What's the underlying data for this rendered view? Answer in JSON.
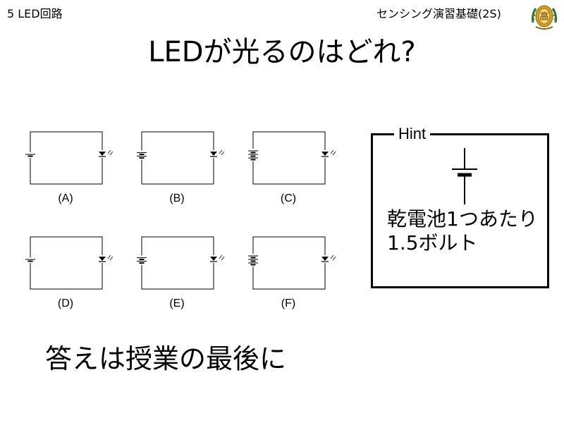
{
  "header": {
    "section": "5 LED回路",
    "course": "センシング演習基礎(2S)",
    "logo_text": "高"
  },
  "title": "LEDが光るのはどれ?",
  "circuits": [
    {
      "label": "(A)",
      "cells": 1
    },
    {
      "label": "(B)",
      "cells": 2
    },
    {
      "label": "(C)",
      "cells": 3
    },
    {
      "label": "(D)",
      "cells": 1
    },
    {
      "label": "(E)",
      "cells": 2
    },
    {
      "label": "(F)",
      "cells": 3
    }
  ],
  "hint": {
    "title": "Hint",
    "line1": "乾電池1つあたり",
    "line2": "1.5ボルト"
  },
  "answer_note": "答えは授業の最後に",
  "colors": {
    "logo_gold": "#d4a020",
    "logo_green": "#2f7a2f"
  }
}
